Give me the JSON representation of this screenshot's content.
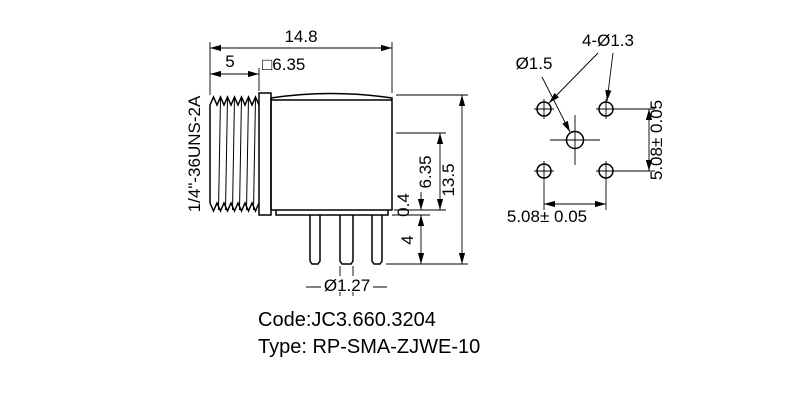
{
  "drawing": {
    "side_view": {
      "dim_overall_width": "14.8",
      "dim_thread_length": "5",
      "dim_body_square": "□6.35",
      "thread_spec": "1/4\"-36UNS-2A",
      "dim_overall_height": "13.5",
      "dim_body_height": "6.35",
      "dim_standoff": "0.4",
      "dim_pin_length": "4",
      "dim_pin_diameter": "Ø1.27"
    },
    "footprint_view": {
      "label_mount_holes": "4-Ø1.3",
      "label_center_hole": "Ø1.5",
      "dim_horizontal_pitch": "5.08± 0.05",
      "dim_vertical_pitch": "5.08± 0.05"
    },
    "title_block": {
      "code": "Code:JC3.660.3204",
      "type": "Type: RP-SMA-ZJWE-10"
    }
  }
}
